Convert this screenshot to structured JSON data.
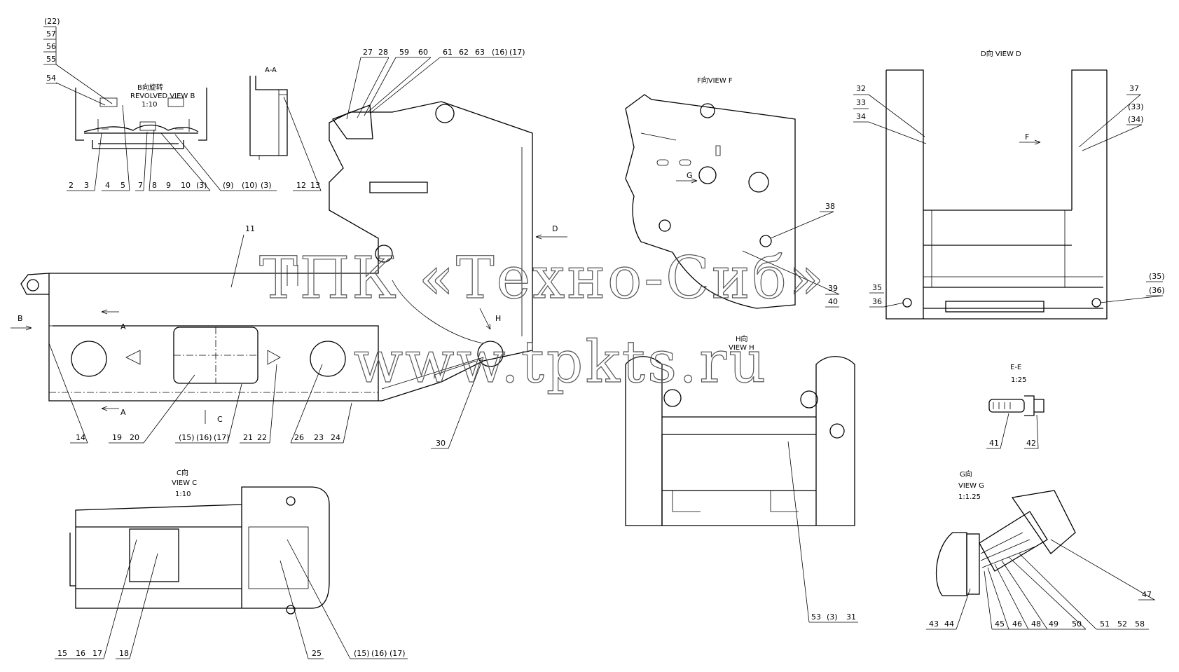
{
  "watermark": {
    "line1": "ТПК «Техно-Сиб»",
    "line2": "www.tpkts.ru"
  },
  "views": {
    "view_b": {
      "title": "B向旋转",
      "subtitle": "REVOLVED VIEW B",
      "scale": "1:10"
    },
    "section_aa": {
      "title": "A-A"
    },
    "view_f": {
      "title": "F向VIEW F"
    },
    "view_d": {
      "title": "D向 VIEW D"
    },
    "view_h": {
      "title": "H向",
      "subtitle": "VIEW H"
    },
    "section_ee": {
      "title": "E-E",
      "scale": "1:25"
    },
    "view_c": {
      "title": "C向",
      "subtitle": "VIEW C",
      "scale": "1:10"
    },
    "view_g": {
      "title": "G向",
      "subtitle": "VIEW G",
      "scale": "1:1.25"
    }
  },
  "arrows": {
    "b": "B",
    "a_top": "A",
    "a_bottom": "A",
    "c": "C",
    "d": "D",
    "h": "H",
    "f": "F",
    "g": "G"
  },
  "callouts": {
    "stack_22": "(22)",
    "stack_57": "57",
    "stack_56": "56",
    "stack_55": "55",
    "c54": "54",
    "row_b": [
      "2",
      "3",
      "4",
      "5",
      "7",
      "8",
      "9",
      "10",
      "(3)",
      "(9)",
      "(10)",
      "(3)"
    ],
    "row_aa": [
      "12",
      "13"
    ],
    "top_row": [
      "27",
      "28",
      "59",
      "60",
      "61",
      "62",
      "63",
      "(16)",
      "(17)"
    ],
    "c11": "11",
    "c14": "14",
    "row_main": [
      "19",
      "20",
      "(15)",
      "(16)",
      "(17)",
      "21",
      "22",
      "26",
      "23",
      "24"
    ],
    "c30": "30",
    "c38": "38",
    "c39": "39",
    "c40": "40",
    "c35": "35",
    "c36": "36",
    "d_left": [
      "32",
      "33",
      "34"
    ],
    "d_right": [
      "37",
      "(33)",
      "(34)"
    ],
    "d_right_bottom": [
      "(35)",
      "(36)"
    ],
    "row_h": [
      "53",
      "(3)",
      "31"
    ],
    "row_ee": [
      "41",
      "42"
    ],
    "row_c": [
      "15",
      "16",
      "17",
      "18",
      "25",
      "(15)",
      "(16)",
      "(17)"
    ],
    "row_g": [
      "43",
      "44",
      "45",
      "46",
      "48",
      "49",
      "50",
      "51",
      "52",
      "58",
      "47"
    ]
  }
}
